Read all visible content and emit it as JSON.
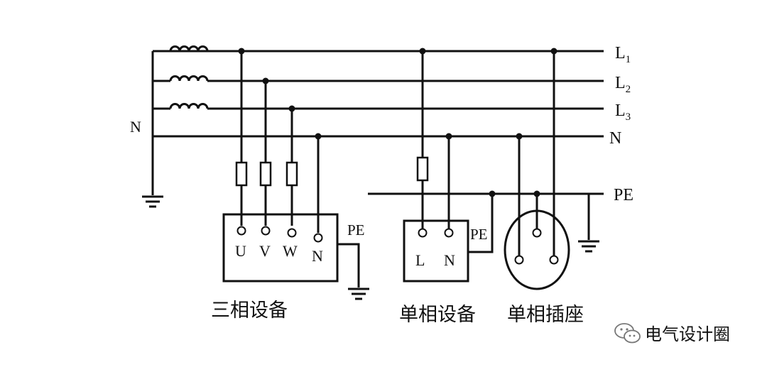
{
  "lines": {
    "l1": {
      "letter": "L",
      "sub": "1"
    },
    "l2": {
      "letter": "L",
      "sub": "2"
    },
    "l3": {
      "letter": "L",
      "sub": "3"
    },
    "n": "N",
    "pe": "PE"
  },
  "source": {
    "neutral_label": "N"
  },
  "three_phase": {
    "terminals": [
      "U",
      "V",
      "W",
      "N"
    ],
    "pe_label": "PE",
    "caption": "三相设备"
  },
  "single_phase": {
    "terminals": [
      "L",
      "N"
    ],
    "pe_label": "PE",
    "caption": "单相设备"
  },
  "socket": {
    "caption": "单相插座"
  },
  "watermark": {
    "text": "电气设计圈"
  }
}
